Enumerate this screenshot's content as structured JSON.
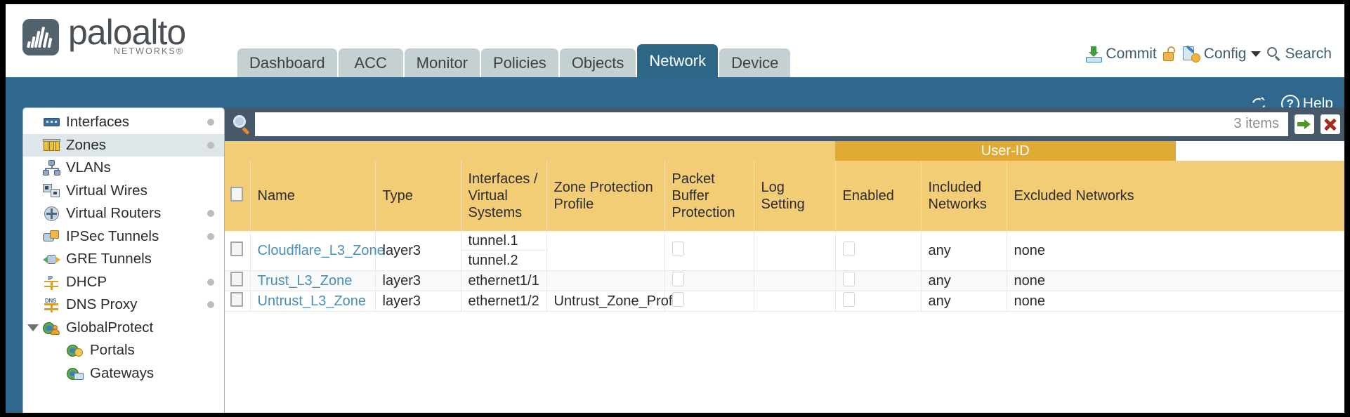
{
  "brand": {
    "name": "paloalto",
    "tagline": "NETWORKS",
    "logo_icon": "paloalto-logo-icon"
  },
  "nav": {
    "tabs": [
      {
        "label": "Dashboard",
        "active": false
      },
      {
        "label": "ACC",
        "active": false
      },
      {
        "label": "Monitor",
        "active": false
      },
      {
        "label": "Policies",
        "active": false
      },
      {
        "label": "Objects",
        "active": false
      },
      {
        "label": "Network",
        "active": true
      },
      {
        "label": "Device",
        "active": false
      }
    ]
  },
  "header_actions": {
    "commit": "Commit",
    "config": "Config",
    "search": "Search",
    "lock_icon": "unlock-icon",
    "commit_icon": "commit-icon",
    "config_icon": "config-icon",
    "caret_icon": "chevron-down-icon",
    "search_icon": "search-icon"
  },
  "band_actions": {
    "help": "Help",
    "refresh_icon": "refresh-icon",
    "help_icon": "help-icon"
  },
  "sidebar": {
    "items": [
      {
        "label": "Interfaces",
        "icon": "interfaces-icon",
        "selected": false,
        "dot": true,
        "child": false,
        "expander": false
      },
      {
        "label": "Zones",
        "icon": "zones-icon",
        "selected": true,
        "dot": true,
        "child": false,
        "expander": false
      },
      {
        "label": "VLANs",
        "icon": "vlans-icon",
        "selected": false,
        "dot": false,
        "child": false,
        "expander": false
      },
      {
        "label": "Virtual Wires",
        "icon": "virtual-wires-icon",
        "selected": false,
        "dot": false,
        "child": false,
        "expander": false
      },
      {
        "label": "Virtual Routers",
        "icon": "virtual-routers-icon",
        "selected": false,
        "dot": true,
        "child": false,
        "expander": false
      },
      {
        "label": "IPSec Tunnels",
        "icon": "ipsec-tunnels-icon",
        "selected": false,
        "dot": true,
        "child": false,
        "expander": false
      },
      {
        "label": "GRE Tunnels",
        "icon": "gre-tunnels-icon",
        "selected": false,
        "dot": false,
        "child": false,
        "expander": false
      },
      {
        "label": "DHCP",
        "icon": "dhcp-icon",
        "selected": false,
        "dot": true,
        "child": false,
        "expander": false
      },
      {
        "label": "DNS Proxy",
        "icon": "dns-proxy-icon",
        "selected": false,
        "dot": true,
        "child": false,
        "expander": false
      },
      {
        "label": "GlobalProtect",
        "icon": "globalprotect-icon",
        "selected": false,
        "dot": false,
        "child": false,
        "expander": true
      },
      {
        "label": "Portals",
        "icon": "portals-icon",
        "selected": false,
        "dot": false,
        "child": true,
        "expander": false
      },
      {
        "label": "Gateways",
        "icon": "gateways-icon",
        "selected": false,
        "dot": false,
        "child": true,
        "expander": false
      }
    ]
  },
  "search": {
    "value": "",
    "placeholder": "",
    "items_count": "3 items",
    "search_icon": "search-icon",
    "go_icon": "apply-filter-icon",
    "clear_icon": "clear-filter-icon"
  },
  "table": {
    "group_header": "User-ID",
    "columns": [
      "Name",
      "Type",
      "Interfaces / Virtual Systems",
      "Zone Protection Profile",
      "Packet Buffer Protection",
      "Log Setting",
      "Enabled",
      "Included Networks",
      "Excluded Networks"
    ],
    "rows": [
      {
        "name": "Cloudflare_L3_Zone",
        "type": "layer3",
        "interfaces": [
          "tunnel.1",
          "tunnel.2"
        ],
        "zone_protection_profile": "",
        "packet_buffer_protection": false,
        "log_setting": "",
        "userid_enabled": false,
        "included_networks": "any",
        "excluded_networks": "none"
      },
      {
        "name": "Trust_L3_Zone",
        "type": "layer3",
        "interfaces": [
          "ethernet1/1"
        ],
        "zone_protection_profile": "",
        "packet_buffer_protection": false,
        "log_setting": "",
        "userid_enabled": false,
        "included_networks": "any",
        "excluded_networks": "none"
      },
      {
        "name": "Untrust_L3_Zone",
        "type": "layer3",
        "interfaces": [
          "ethernet1/2"
        ],
        "zone_protection_profile": "Untrust_Zone_Prof",
        "packet_buffer_protection": false,
        "log_setting": "",
        "userid_enabled": false,
        "included_networks": "any",
        "excluded_networks": "none"
      }
    ]
  },
  "colors": {
    "brand_blue": "#30678c",
    "tab_active": "#2e6686",
    "tab_inactive": "#c5d0d2",
    "table_header": "#f3cd75",
    "table_group_header": "#dfab35",
    "search_bar": "#46586a",
    "link": "#4a8fb5"
  }
}
